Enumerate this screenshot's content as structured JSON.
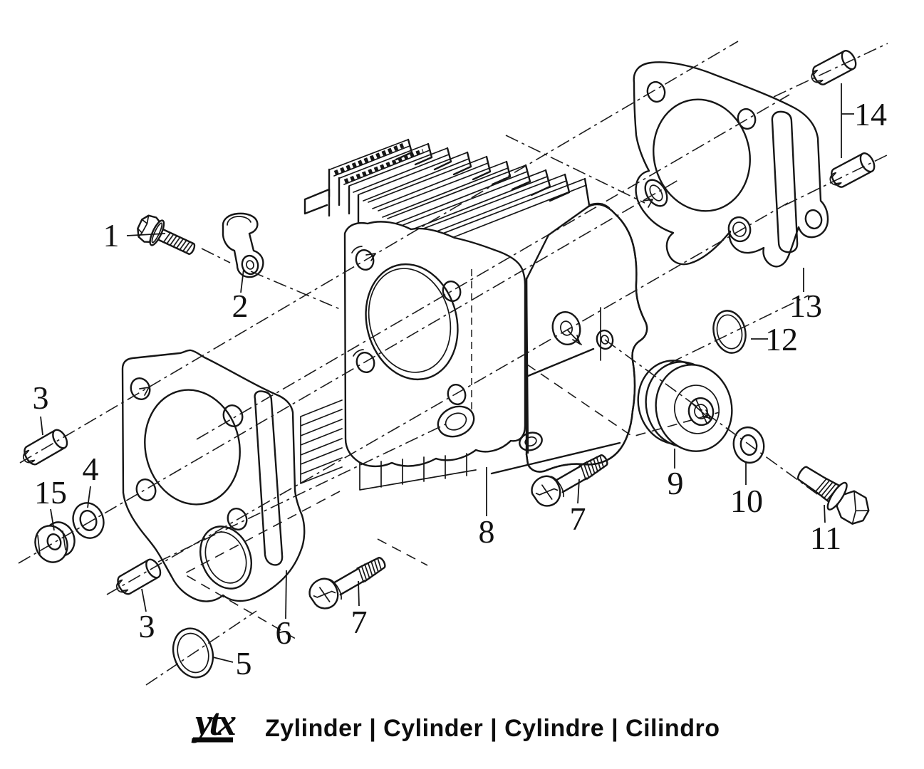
{
  "style": {
    "background": "#ffffff",
    "ink": "#161616"
  },
  "callouts": [
    {
      "label": "1"
    },
    {
      "label": "2"
    },
    {
      "label": "3"
    },
    {
      "label": "3"
    },
    {
      "label": "4"
    },
    {
      "label": "5"
    },
    {
      "label": "6"
    },
    {
      "label": "7"
    },
    {
      "label": "7"
    },
    {
      "label": "8"
    },
    {
      "label": "9"
    },
    {
      "label": "10"
    },
    {
      "label": "11"
    },
    {
      "label": "12"
    },
    {
      "label": "13"
    },
    {
      "label": "14"
    },
    {
      "label": "15"
    }
  ],
  "footer": {
    "brand": "ytx",
    "title": "Zylinder | Cylinder | Cylindre | Cilindro"
  }
}
